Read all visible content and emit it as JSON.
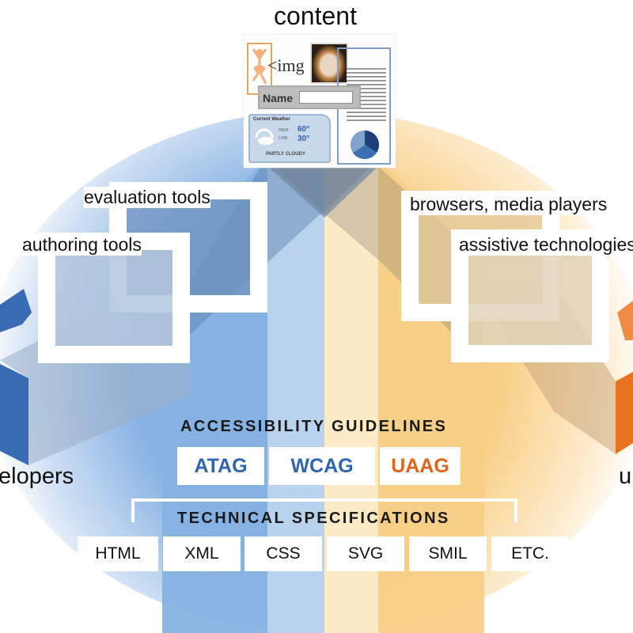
{
  "diagram": {
    "title": "content",
    "content_panel": {
      "img_tag_text": "<img",
      "form_label": "Name",
      "weather_widget": {
        "heading": "Current Weather",
        "condition": "PARTLY CLOUDY",
        "high_label": "HIGH",
        "low_label": "LOW",
        "high_temp": "60°",
        "low_temp": "30°"
      }
    },
    "left_tools": [
      {
        "label": "evaluation tools"
      },
      {
        "label": "authoring tools"
      }
    ],
    "right_tools": [
      {
        "label": "browsers, media players"
      },
      {
        "label": "assistive technologies"
      }
    ],
    "left_actor": {
      "label": "developers",
      "visible_text": "elopers",
      "color": "#3a6cb5"
    },
    "right_actor": {
      "label": "users",
      "visible_text": "u",
      "color": "#e8731e"
    },
    "guidelines": {
      "title": "ACCESSIBILITY GUIDELINES",
      "items": [
        {
          "label": "ATAG",
          "color": "#2e65b0"
        },
        {
          "label": "WCAG",
          "color": "#2e65b0"
        },
        {
          "label": "UAAG",
          "color": "#e0641a"
        }
      ]
    },
    "specifications": {
      "title": "TECHNICAL SPECIFICATIONS",
      "items": [
        {
          "label": "HTML"
        },
        {
          "label": "XML"
        },
        {
          "label": "CSS"
        },
        {
          "label": "SVG"
        },
        {
          "label": "SMIL"
        },
        {
          "label": "ETC."
        }
      ]
    },
    "colors": {
      "blue_dark": "#3a6cb5",
      "blue_mid": "#86b2e3",
      "blue_light": "#b9d3ee",
      "orange_dark": "#e8731e",
      "orange_mid": "#f8cf86",
      "orange_light": "#fdebc8"
    }
  }
}
